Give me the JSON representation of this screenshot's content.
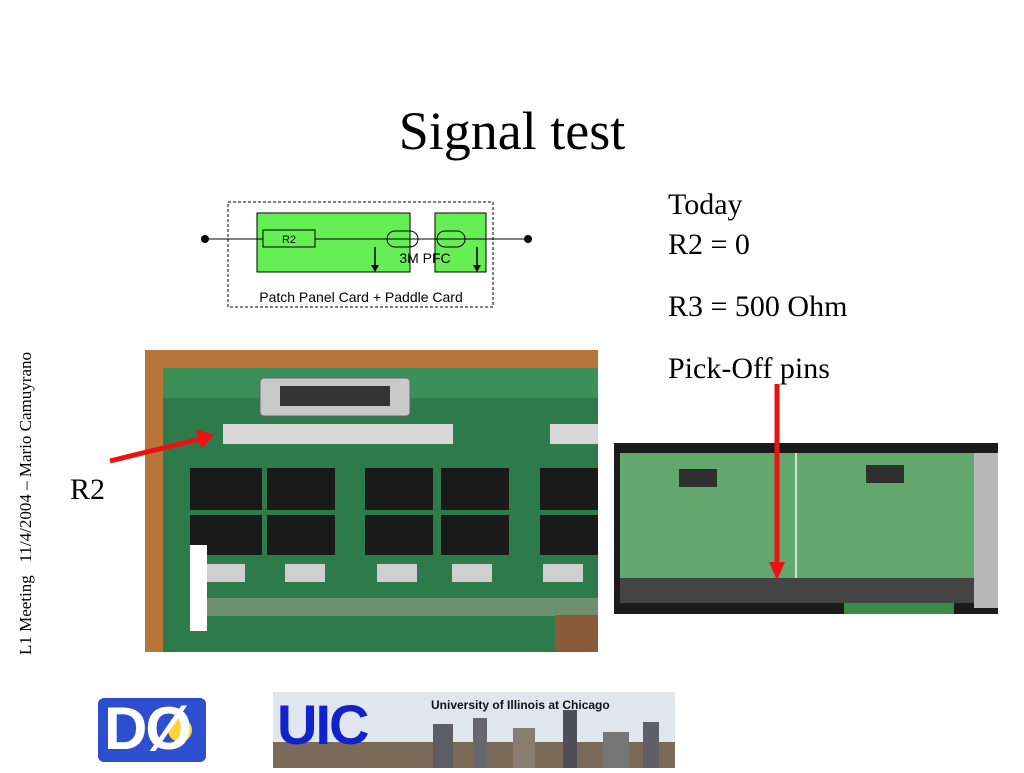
{
  "slide": {
    "title": "Signal test",
    "side_footer": {
      "meeting": "L1 Meeting",
      "date": "11/4/2004",
      "separator": "–",
      "author": "Mario Camuyrano"
    }
  },
  "diagram": {
    "resistor_label": "R2",
    "connector_label": "3M PFC",
    "box_label": "Patch Panel Card + Paddle Card"
  },
  "notes": {
    "line1": "Today",
    "line2": "R2 = 0",
    "line3": "R3 = 500 Ohm",
    "line4": "Pick-Off pins"
  },
  "photo_callout": "R2",
  "logos": {
    "d0_text": "DØ",
    "uic_text": "UIC",
    "uic_name": "University of Illinois at Chicago"
  },
  "colors": {
    "card_green": "#66ee55",
    "arrow_red": "#ee1111",
    "uic_blue": "#1122cc"
  }
}
